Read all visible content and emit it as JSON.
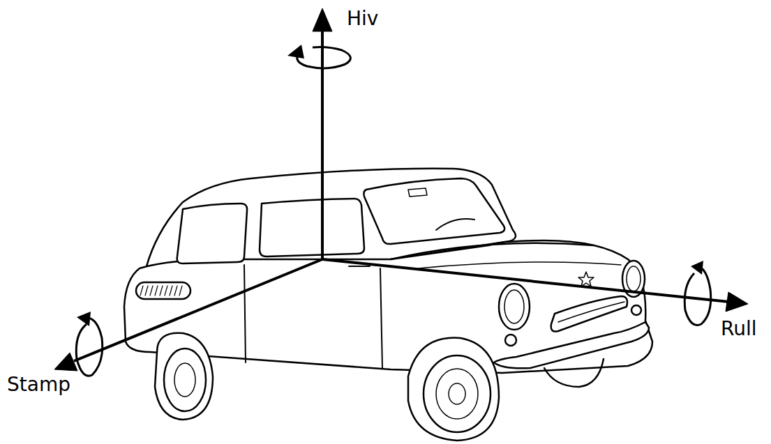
{
  "diagram": {
    "labels": [
      "Hiv",
      "Stamp",
      "Rull"
    ]
  }
}
